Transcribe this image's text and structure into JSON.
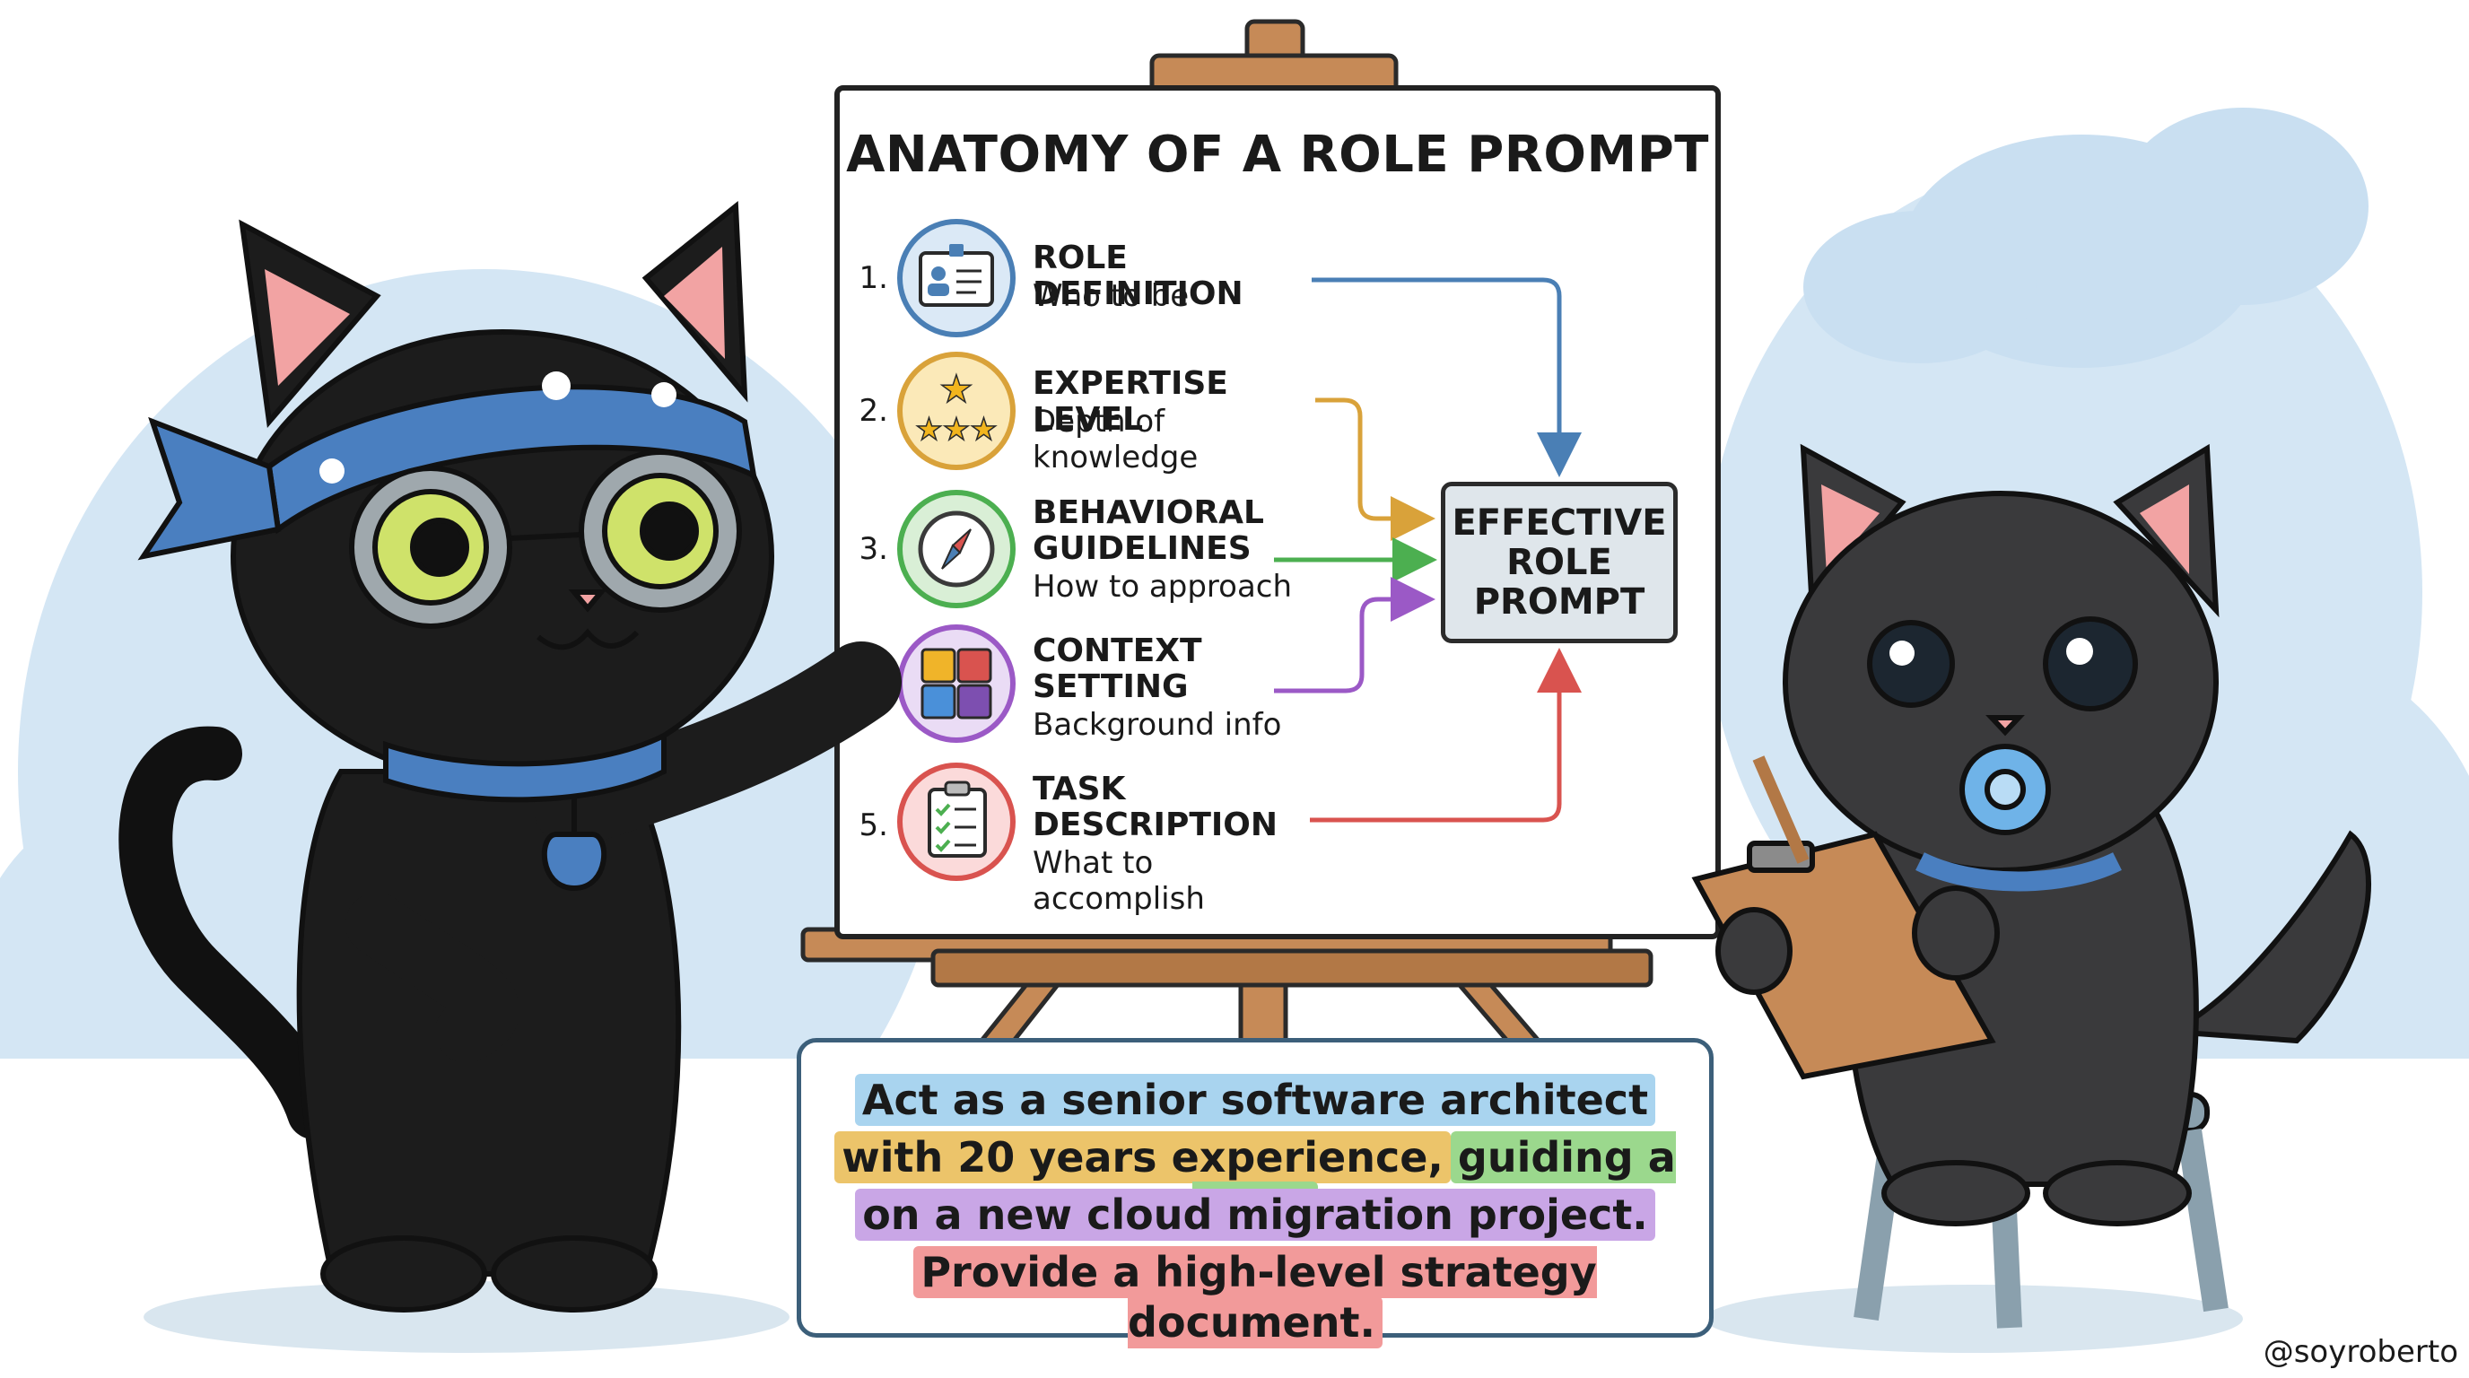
{
  "board": {
    "title": "ANATOMY OF A ROLE PROMPT",
    "steps": [
      {
        "number": "1.",
        "title": "ROLE DEFINITION",
        "subtitle": "Who to be",
        "icon": "id-badge-icon",
        "color": "#4a7fb5"
      },
      {
        "number": "2.",
        "title": "EXPERTISE LEVEL",
        "subtitle": "Depth of knowledge",
        "icon": "stars-icon",
        "color": "#d9a23a"
      },
      {
        "number": "3.",
        "title": "BEHAVIORAL GUIDELINES",
        "subtitle": "How to approach",
        "icon": "compass-icon",
        "color": "#4caf50"
      },
      {
        "number": "",
        "title": "CONTEXT SETTING",
        "subtitle": "Background info",
        "icon": "puzzle-icon",
        "color": "#9b59c6"
      },
      {
        "number": "5.",
        "title": "TASK DESCRIPTION",
        "subtitle": "What to accomplish",
        "icon": "clipboard-checklist-icon",
        "color": "#d9534f"
      }
    ],
    "effective_label": "EFFECTIVE\nROLE\nPROMPT"
  },
  "prompt_example": {
    "line1": [
      {
        "text": "Act as a senior software architect",
        "color": "#a9d4ef"
      }
    ],
    "line2": [
      {
        "text": "with 20 years experience,",
        "color": "#ecc46a"
      },
      {
        "text": "guiding a team",
        "color": "#9bd88d"
      }
    ],
    "line3": [
      {
        "text": "on a new cloud migration project.",
        "color": "#c9a6e6"
      }
    ],
    "line4": [
      {
        "text": "Provide a high-level strategy document.",
        "color": "#f29a9a"
      }
    ]
  },
  "watermark": "@soyroberto"
}
